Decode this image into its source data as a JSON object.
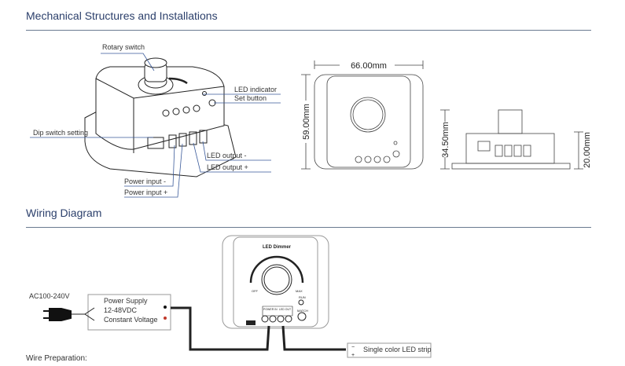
{
  "sections": {
    "mechanical": "Mechanical Structures and Installations",
    "wiring": "Wiring Diagram"
  },
  "callouts": {
    "rotary_switch": "Rotary switch",
    "led_indicator": "LED indicator",
    "set_button": "Set button",
    "dip_switch": "Dip switch setting",
    "led_output_minus": "LED output -",
    "led_output_plus": "LED output +",
    "power_input_minus": "Power input -",
    "power_input_plus": "Power input +"
  },
  "dimensions": {
    "width": "66.00mm",
    "height": "59.00mm",
    "total_height": "34.50mm",
    "body_height": "20.00mm"
  },
  "wiring": {
    "ac_label": "AC100-240V",
    "psu_line1": "Power Supply",
    "psu_line2": "12-48VDC",
    "psu_line3": "Constant Voltage",
    "device_title": "LED Dimmer",
    "off_label": "OFF",
    "max_label": "MAX",
    "run_label": "RUN",
    "match_label": "MATCH",
    "power_in": "POWER IN",
    "led_out": "LED OUT",
    "strip_label": "Single color LED strip",
    "wire_preparation": "Wire Preparation:"
  },
  "colors": {
    "heading": "#2b3f6b",
    "callout_line": "#3a5a9a",
    "positive_wire": "#c0392b"
  }
}
